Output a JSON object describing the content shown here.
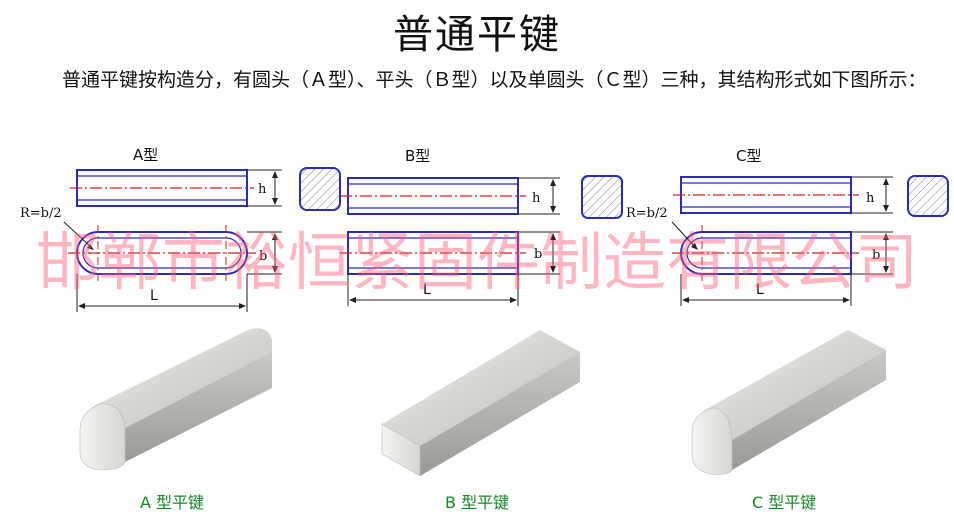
{
  "title": "普通平键",
  "intro": "普通平键按构造分，有圆头（Ａ型）、平头（Ｂ型）以及单圆头（Ｃ型）三种，其结构形式如下图所示：",
  "watermark": "邯郸市裕恒紧固件制造有限公司",
  "types": [
    {
      "label": "A型",
      "radius_label": "R=b/2",
      "h_label": "h",
      "b_label": "b",
      "l_label": "L",
      "caption": "A 型平键"
    },
    {
      "label": "B型",
      "h_label": "h",
      "b_label": "b",
      "l_label": "L",
      "caption": "B 型平键"
    },
    {
      "label": "C型",
      "radius_label": "R=b/2",
      "h_label": "h",
      "b_label": "b",
      "l_label": "L",
      "caption": "C 型平键"
    }
  ],
  "colors": {
    "outline": "#2b2bb8",
    "centerline": "#d02020",
    "dimension": "#222222",
    "hatch": "#888888",
    "caption": "#138a2a",
    "watermark": "#ff5a78"
  }
}
